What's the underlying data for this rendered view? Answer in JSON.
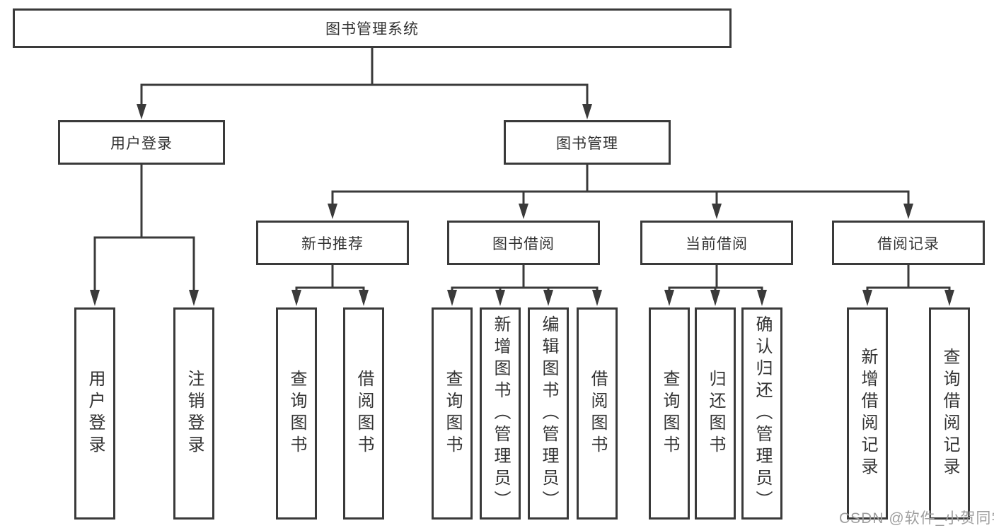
{
  "colors": {
    "box_border": "#3a3a3a",
    "connector": "#3a3a3a",
    "text": "#333333",
    "watermark_text": "#9e9e9e",
    "page_bg": "#ffffff"
  },
  "watermark": "CSDN @软件_小贺同学",
  "tree": {
    "root": "图书管理系统",
    "children": [
      {
        "label": "用户登录",
        "children": [
          "用户登录",
          "注销登录"
        ]
      },
      {
        "label": "图书管理",
        "children": [
          {
            "label": "新书推荐",
            "children": [
              "查询图书",
              "借阅图书"
            ]
          },
          {
            "label": "图书借阅",
            "children": [
              "查询图书",
              "新增图书（管理员）",
              "编辑图书（管理员）",
              "借阅图书"
            ]
          },
          {
            "label": "当前借阅",
            "children": [
              "查询图书",
              "归还图书",
              "确认归还（管理员）"
            ]
          },
          {
            "label": "借阅记录",
            "children": [
              "新增借阅记录",
              "查询借阅记录"
            ]
          }
        ]
      }
    ]
  }
}
